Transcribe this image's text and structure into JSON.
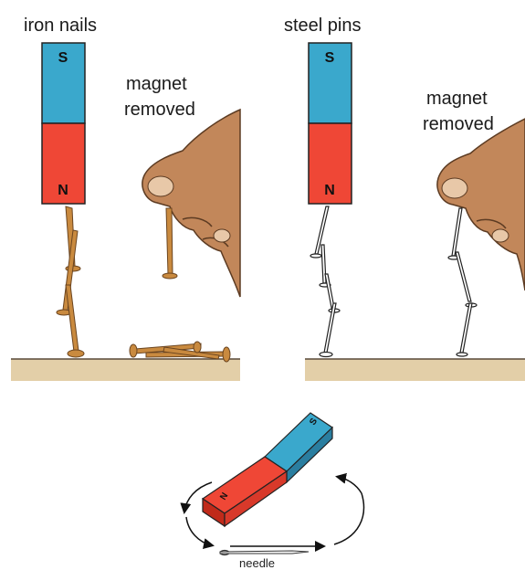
{
  "panels": {
    "left": {
      "title": "iron nails",
      "caption": "magnet removed",
      "caption_line1": "magnet",
      "caption_line2": "removed"
    },
    "right": {
      "title": "steel pins",
      "caption": "magnet removed",
      "caption_line1": "magnet",
      "caption_line2": "removed"
    }
  },
  "magnet": {
    "north_label": "N",
    "south_label": "S",
    "north_color": "#ef4736",
    "south_color": "#3aa8cc"
  },
  "bottom": {
    "needle_label": "needle"
  },
  "colors": {
    "ground": "#e3cfa8",
    "hand": "#c2875a",
    "nail": "#c98a3f",
    "pin": "#ffffff"
  }
}
